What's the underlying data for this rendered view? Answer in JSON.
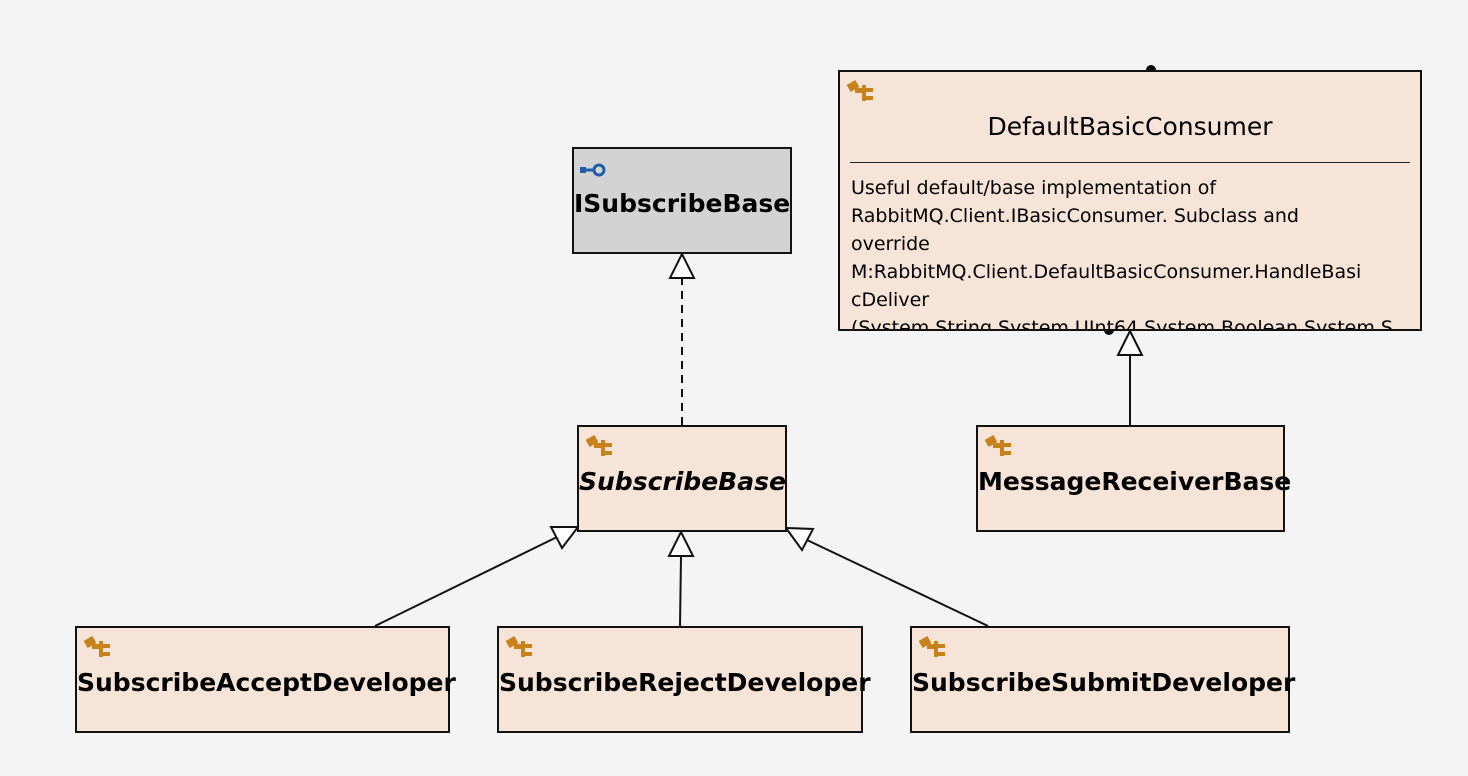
{
  "classes": {
    "isubscribe_base": {
      "name": "ISubscribeBase",
      "kind": "interface",
      "icon": "interface-icon"
    },
    "subscribe_base": {
      "name": "SubscribeBase",
      "kind": "abstract-class",
      "icon": "class-icon"
    },
    "default_basic_consumer": {
      "name": "DefaultBasicConsumer",
      "kind": "class",
      "icon": "class-icon",
      "doc": "Useful default/base implementation of\nRabbitMQ.Client.IBasicConsumer. Subclass and\noverride\nM:RabbitMQ.Client.DefaultBasicConsumer.HandleBasi\ncDeliver\n(System.String,System.UInt64,System.Boolean,System.S"
    },
    "message_receiver_base": {
      "name": "MessageReceiverBase",
      "kind": "class",
      "icon": "class-icon"
    },
    "subscribe_accept_developer": {
      "name": "SubscribeAcceptDeveloper",
      "kind": "class",
      "icon": "class-icon"
    },
    "subscribe_reject_developer": {
      "name": "SubscribeRejectDeveloper",
      "kind": "class",
      "icon": "class-icon"
    },
    "subscribe_submit_developer": {
      "name": "SubscribeSubmitDeveloper",
      "kind": "class",
      "icon": "class-icon"
    }
  },
  "relations": [
    {
      "from": "SubscribeBase",
      "to": "ISubscribeBase",
      "type": "realization"
    },
    {
      "from": "SubscribeAcceptDeveloper",
      "to": "SubscribeBase",
      "type": "inheritance"
    },
    {
      "from": "SubscribeRejectDeveloper",
      "to": "SubscribeBase",
      "type": "inheritance"
    },
    {
      "from": "SubscribeSubmitDeveloper",
      "to": "SubscribeBase",
      "type": "inheritance"
    },
    {
      "from": "MessageReceiverBase",
      "to": "DefaultBasicConsumer",
      "type": "inheritance"
    }
  ],
  "colors": {
    "class_fill": "#f5e4d7",
    "interface_fill": "#d3d3d3",
    "background": "#f4f4f4",
    "class_icon": "#c7821c",
    "interface_icon": "#1f5fa8"
  }
}
